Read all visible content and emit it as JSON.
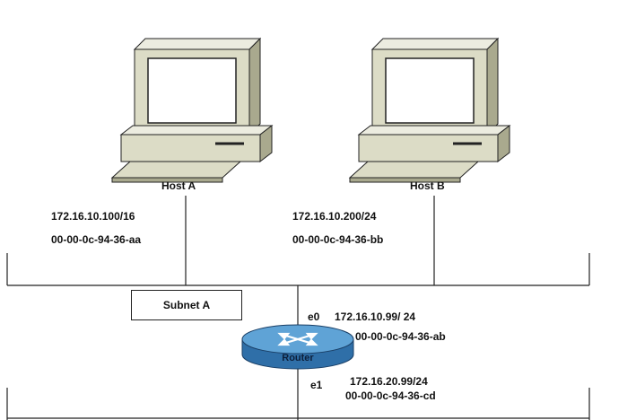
{
  "host_a": {
    "name": "Host A",
    "ip": "172.16.10.100/16",
    "mac": "00-00-0c-94-36-aa"
  },
  "host_b": {
    "name": "Host B",
    "ip": "172.16.10.200/24",
    "mac": "00-00-0c-94-36-bb"
  },
  "subnet": {
    "label": "Subnet A"
  },
  "router": {
    "label": "Router",
    "e0": {
      "name": "e0",
      "ip": "172.16.10.99/ 24",
      "mac": "00-00-0c-94-36-ab"
    },
    "e1": {
      "name": "e1",
      "ip": "172.16.20.99/24",
      "mac": "00-00-0c-94-36-cd"
    }
  },
  "colors": {
    "computer_body": "#dcdcc6",
    "computer_shadow": "#a9a98e",
    "screen": "#ffffff",
    "router_top": "#5fa3d6",
    "router_side": "#2f6fa8",
    "lines": "#222222"
  },
  "icons": [
    "desktop-computer-icon",
    "router-icon"
  ]
}
